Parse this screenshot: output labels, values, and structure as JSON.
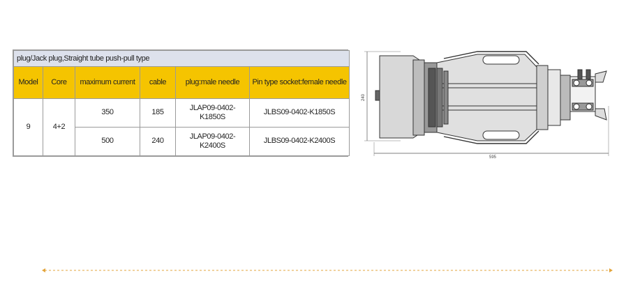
{
  "table": {
    "caption": "plug/Jack plug,Straight tube push-pull type",
    "headers": [
      "Model",
      "Core",
      "maximum current",
      "cable",
      "plug:male needle",
      "Pin type socket:female needle"
    ],
    "rows": [
      {
        "model": "9",
        "core": "4+2",
        "current": "350",
        "cable": "185",
        "plug": "JLAP09-0402-K1850S",
        "socket": "JLBS09-0402-K1850S"
      },
      {
        "current": "500",
        "cable": "240",
        "plug": "JLAP09-0402-K2400S",
        "socket": "JLBS09-0402-K2400S"
      }
    ]
  },
  "drawing": {
    "height_label": "240",
    "width_label": "595"
  },
  "colors": {
    "header_fill": "#f5c400",
    "caption_fill": "#dde1ec",
    "divider": "#e3a53c"
  }
}
